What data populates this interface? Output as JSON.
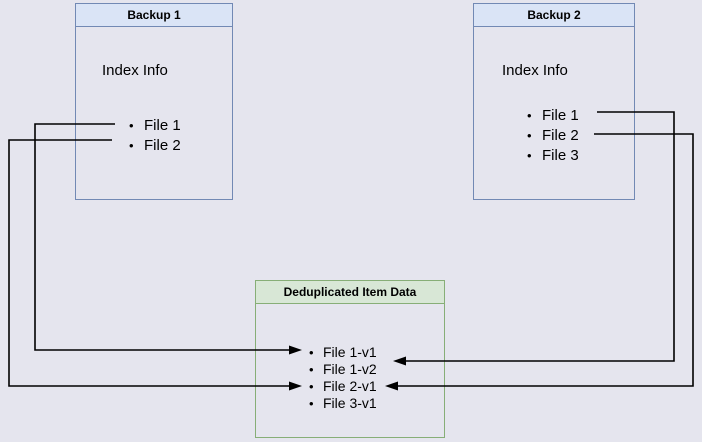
{
  "colors": {
    "background": "#e5e5ee",
    "blue_fill": "#dae4f6",
    "blue_border": "#7289b4",
    "green_fill": "#d8e7d6",
    "green_border": "#87ae77",
    "line": "#000000"
  },
  "backup1": {
    "title": "Backup 1",
    "subtitle": "Index Info",
    "files": [
      "File 1",
      "File 2"
    ]
  },
  "backup2": {
    "title": "Backup 2",
    "subtitle": "Index Info",
    "files": [
      "File 1",
      "File 2",
      "File 3"
    ]
  },
  "dedup": {
    "title": "Deduplicated Item Data",
    "files": [
      "File 1-v1",
      "File 1-v2",
      "File 2-v1",
      "File 3-v1"
    ]
  },
  "bullet": "•",
  "connections": [
    {
      "from": "Backup 1 / File 1",
      "to": "Deduplicated Item Data / File 1-v1",
      "direction": "left-around"
    },
    {
      "from": "Backup 1 / File 2",
      "to": "Deduplicated Item Data / File 2-v1",
      "direction": "left-around"
    },
    {
      "from": "Backup 2 / File 1",
      "to": "Deduplicated Item Data / File 1-v2",
      "direction": "right-around"
    },
    {
      "from": "Backup 2 / File 2",
      "to": "Deduplicated Item Data / File 2-v1",
      "direction": "right-around"
    }
  ]
}
